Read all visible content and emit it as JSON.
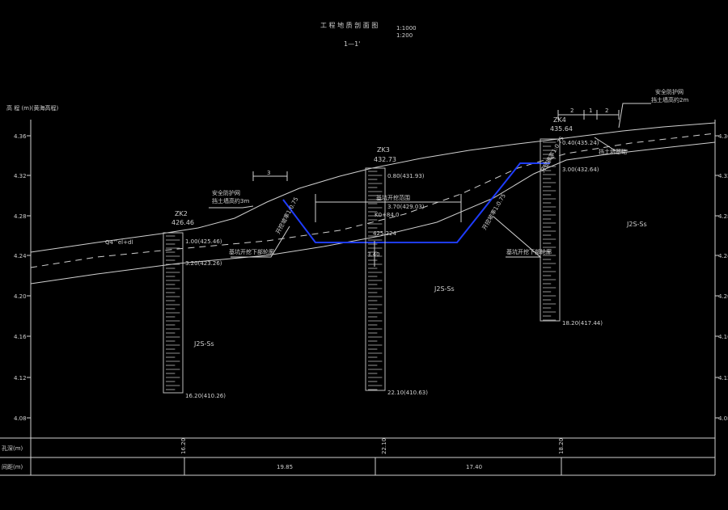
{
  "title": "工 程 地 质 剖 面 图",
  "scale_h": "1:1000",
  "scale_v": "1:200",
  "section_label": "1—1'",
  "axis": {
    "label": "高 程 (m)(黄海高程)",
    "ticks": [
      "4.36",
      "4.32",
      "4.28",
      "4.24",
      "4.20",
      "4.16",
      "4.12",
      "4.08"
    ]
  },
  "boreholes": [
    {
      "name": "ZK2",
      "elev": "426.46",
      "d1": "1.00(425.46)",
      "d2": "3.20(423.26)",
      "bottom": "16.20(410.26)",
      "depth": "16.20"
    },
    {
      "name": "ZK3",
      "elev": "432.73",
      "d1": "0.80(431.93)",
      "d2": "3.40",
      "bottom": "22.10(410.63)",
      "depth": "22.10"
    },
    {
      "name": "ZK4",
      "elev": "435.64",
      "d1": "0.40(435.24)",
      "d2": "3.00(432.64)",
      "bottom": "18.20(417.44)",
      "depth": "18.20"
    }
  ],
  "layers": {
    "top_soil": "Q4^el+dl",
    "bedrock": "J2S-Ss"
  },
  "annotations": {
    "dim_left": "3",
    "dim_right": [
      "2",
      "1",
      "2"
    ],
    "left_note": [
      "安全防护网",
      "挡土墙高约3m"
    ],
    "right_note": [
      "安全防护网",
      "挡土墙高约2m"
    ],
    "right_note2": "挡土墙基础",
    "left_slope": "开挖坡率1:0.75",
    "right_slope": "开挖坡率1:0.75",
    "left_bottom": "基坑开挖下部轮廓",
    "right_bottom": "基坑开挖下部轮廓",
    "pit_label": "基坑开挖范围",
    "pit_extra": "3.70(429.03)",
    "station": "K0+84.0",
    "pit_bottom_elev": "425.224"
  },
  "table": {
    "row1_label": "孔深(m)",
    "row2_label": "间距(m)",
    "spacings": [
      "19.85",
      "17.40"
    ]
  },
  "colors": {
    "line": "#cfcfcf",
    "excavation": "#1e3cff",
    "hatch": "#bdbdbd"
  }
}
